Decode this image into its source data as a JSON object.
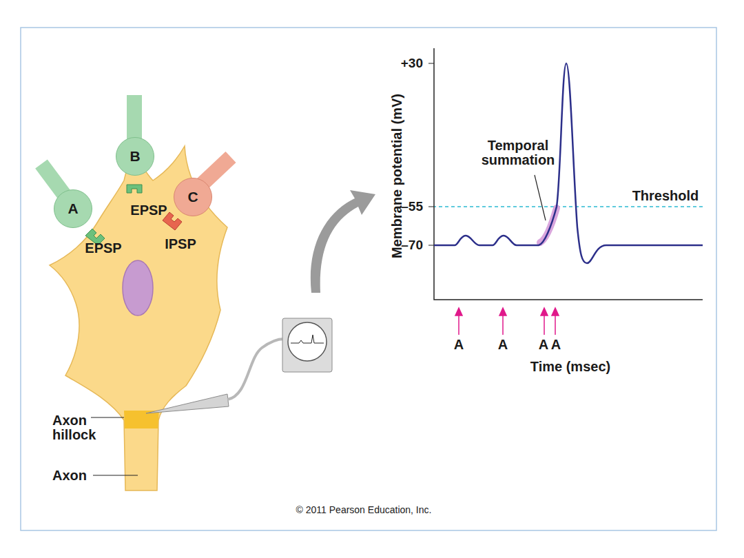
{
  "diagram": {
    "nodes": [
      {
        "text": [
          "A"
        ]
      },
      {
        "text": [
          "B"
        ]
      },
      {
        "text": [
          "C"
        ]
      }
    ],
    "labels": [
      "EPSP",
      "EPSP",
      "IPSP",
      "Axon hillock",
      "Axon",
      "+30",
      "–55",
      "–70",
      "Membrane potential (mV)",
      "Temporal summation",
      "Threshold",
      "A",
      "A",
      "A",
      "A",
      "Time (msec)",
      "© 2011 Pearson Education, Inc."
    ]
  }
}
